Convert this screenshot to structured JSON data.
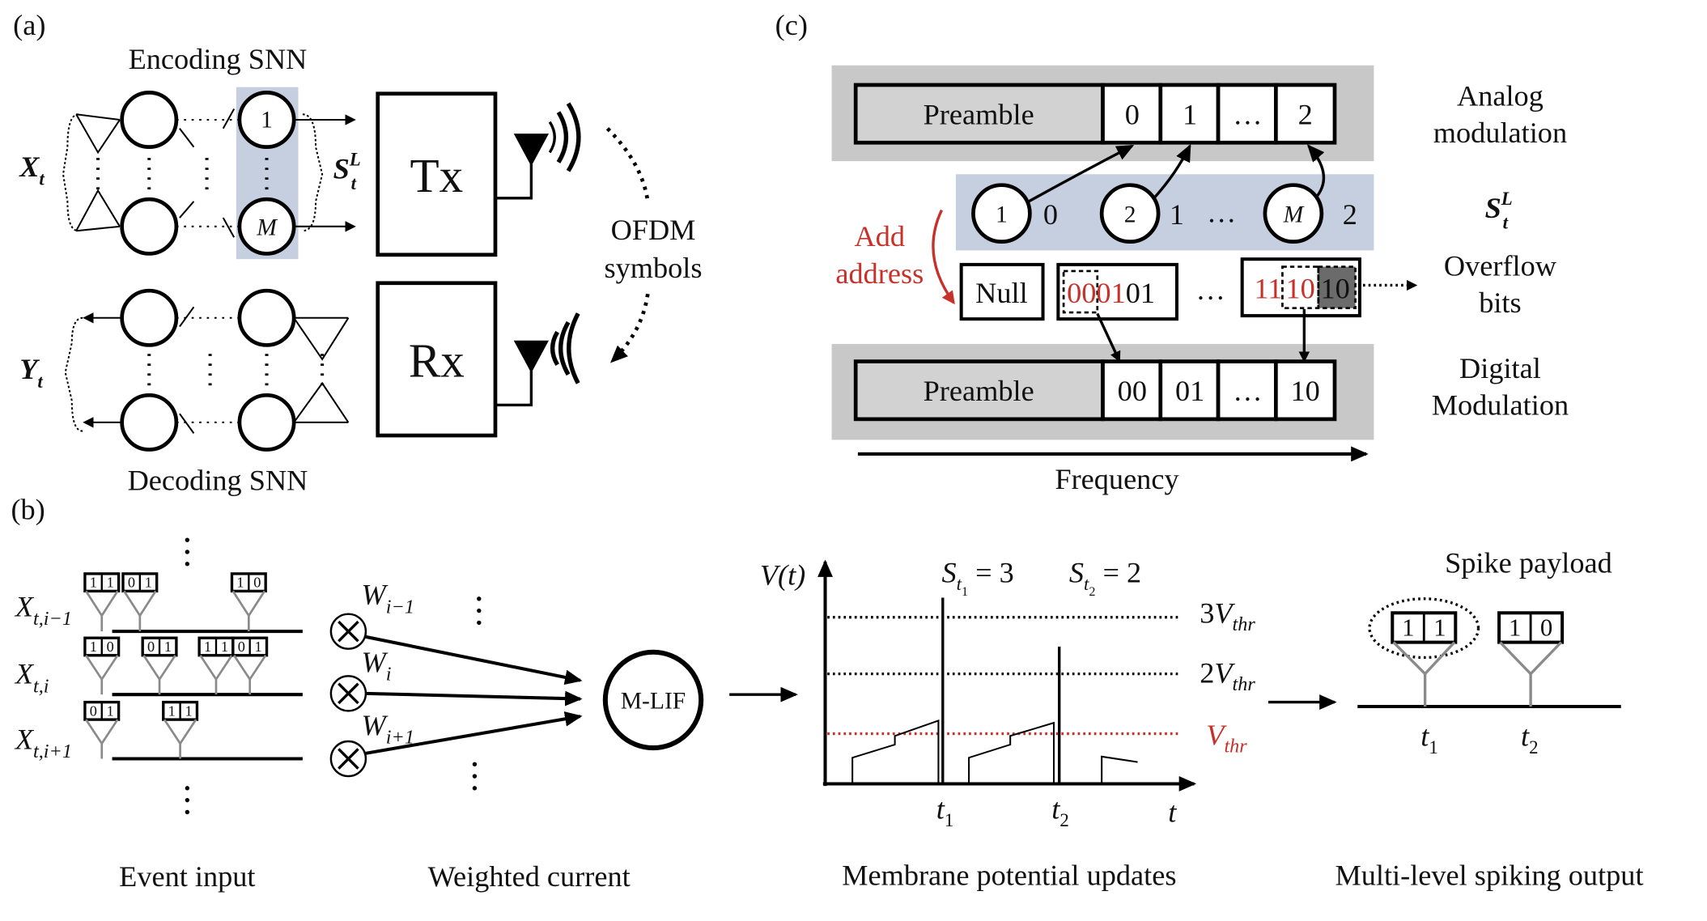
{
  "colors": {
    "highlight": "#c5cfdf",
    "band": "#c8c8c8",
    "preamble_fill": "#d2d2d2",
    "red": "#c8302a",
    "overflow_fill": "#6b6b6b"
  },
  "panel_a": {
    "label": "(a)",
    "encoding_title": "Encoding SNN",
    "decoding_title": "Decoding SNN",
    "input_label": {
      "main": "X",
      "sub": "t"
    },
    "output_label": {
      "main": "Y",
      "sub": "t"
    },
    "spike_label": {
      "main": "S",
      "sub": "t",
      "sup": "L"
    },
    "neuron_first": "1",
    "neuron_last": "M",
    "tx": "Tx",
    "rx": "Rx",
    "ofdm": [
      "OFDM",
      "symbols"
    ]
  },
  "panel_c": {
    "label": "(c)",
    "analog_frame": {
      "preamble": "Preamble",
      "cells": [
        "0",
        "1",
        "…",
        "2"
      ]
    },
    "neurons": [
      {
        "id": "1",
        "value": "0"
      },
      {
        "id": "2",
        "value": "1"
      },
      {
        "id": "M",
        "value": "2"
      }
    ],
    "ellipsis": "…",
    "add_address": [
      "Add",
      "address"
    ],
    "packets": {
      "null": "Null",
      "first": {
        "red": "0001",
        "black": "01"
      },
      "last": {
        "red_a": "11",
        "red_b": "10",
        "black": "10"
      }
    },
    "digital_frame": {
      "preamble": "Preamble",
      "cells": [
        "00",
        "01",
        "…",
        "10"
      ]
    },
    "axis_label": "Frequency",
    "row_labels": {
      "analog": [
        "Analog",
        "modulation"
      ],
      "spikes": {
        "main": "S",
        "sub": "t",
        "sup": "L"
      },
      "overflow": [
        "Overflow",
        "bits"
      ],
      "digital": [
        "Digital",
        "Modulation"
      ]
    }
  },
  "panel_b": {
    "label": "(b)",
    "rows": [
      {
        "label": {
          "main": "X",
          "sub": "t,i−1"
        },
        "events": [
          "11",
          "01",
          "10"
        ]
      },
      {
        "label": {
          "main": "X",
          "sub": "t,i"
        },
        "events": [
          "10",
          "01",
          "11",
          "01"
        ]
      },
      {
        "label": {
          "main": "X",
          "sub": "t,i+1"
        },
        "events": [
          "01",
          "11"
        ]
      }
    ],
    "weights": [
      {
        "main": "W",
        "sub": "i−1"
      },
      {
        "main": "W",
        "sub": "i"
      },
      {
        "main": "W",
        "sub": "i+1"
      }
    ],
    "neuron": "M-LIF",
    "captions": [
      "Event input",
      "Weighted current",
      "Membrane potential updates",
      "Multi-level spiking output"
    ],
    "membrane": {
      "y_axis": "V(t)",
      "x_axis": "t",
      "thresholds": [
        {
          "coef": "3",
          "main": "V",
          "sub": "thr"
        },
        {
          "coef": "2",
          "main": "V",
          "sub": "thr"
        },
        {
          "coef": "",
          "main": "V",
          "sub": "thr"
        }
      ],
      "spikes": [
        {
          "main": "S",
          "sub": "t",
          "subsub": "1",
          "eq": " = 3",
          "time": "t",
          "time_sub": "1"
        },
        {
          "main": "S",
          "sub": "t",
          "subsub": "2",
          "eq": " = 2",
          "time": "t",
          "time_sub": "2"
        }
      ]
    },
    "payload": {
      "title": "Spike payload",
      "packets": [
        "11",
        "10"
      ],
      "times": [
        {
          "main": "t",
          "sub": "1"
        },
        {
          "main": "t",
          "sub": "2"
        }
      ]
    }
  }
}
